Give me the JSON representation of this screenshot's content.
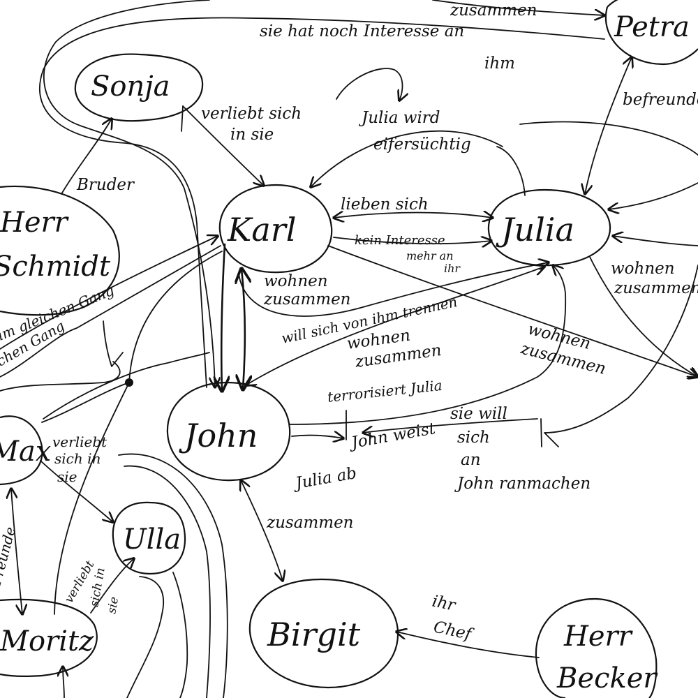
{
  "nodes": {
    "petra": "Petra",
    "sonja": "Sonja",
    "herr_schmidt_line1": "Herr",
    "herr_schmidt_line2": "Schmidt",
    "karl": "Karl",
    "julia": "Julia",
    "john": "John",
    "max": "Max",
    "ulla": "Ulla",
    "moritz": "Moritz",
    "birgit": "Birgit",
    "herr_becker_line1": "Herr",
    "herr_becker_line2": "Becker"
  },
  "edges": {
    "zusammen_top": "zusammen",
    "sie_hat_noch_interesse_1": "sie hat noch Interesse an",
    "sie_hat_noch_interesse_2": "ihm",
    "bruder": "Bruder",
    "verliebt_sich_in_sie_1": "verliebt sich",
    "verliebt_sich_in_sie_2": "in sie",
    "julia_wird_eifersuechtig_1": "Julia wird",
    "julia_wird_eifersuechtig_2": "eifersüchtig",
    "befreundet": "befreundet",
    "lieben_sich": "lieben sich",
    "kein_interesse_1": "kein Interesse",
    "kein_interesse_2": "mehr an",
    "kein_interesse_3": "ihr",
    "wohnen_zusammen_karl_1": "wohnen",
    "wohnen_zusammen_karl_2": "zusammen",
    "wohnen_zusammen_julia_1": "wohnen",
    "wohnen_zusammen_julia_2": "zusammen",
    "will_sich_trennen": "will sich von ihm trennen",
    "wohnen_zusammen_mid_1": "wohnen",
    "wohnen_zusammen_mid_2": "zusammen",
    "wohnen_zusammen_right_1": "wohnen",
    "wohnen_zusammen_right_2": "zusammen",
    "gleichen_gang_1": "im gleichen Gang",
    "gleichen_gang_2": "im gleichen Gang",
    "terrorisiert_julia": "terrorisiert Julia",
    "sie_will_1": "sie will",
    "sie_will_2": "sich",
    "sie_will_3": "an",
    "sie_will_4": "John ranmachen",
    "john_weist_ab_1": "John weist",
    "john_weist_ab_2": "Julia ab",
    "verliebt_max_1": "verliebt",
    "verliebt_max_2": "sich in",
    "verliebt_max_3": "sie",
    "freunde": "Freunde",
    "verliebt_moritz_1": "verliebt",
    "verliebt_moritz_2": "sich in",
    "verliebt_moritz_3": "sie",
    "zusammen_birgit": "zusammen",
    "ihr_chef_1": "ihr",
    "ihr_chef_2": "Chef"
  }
}
